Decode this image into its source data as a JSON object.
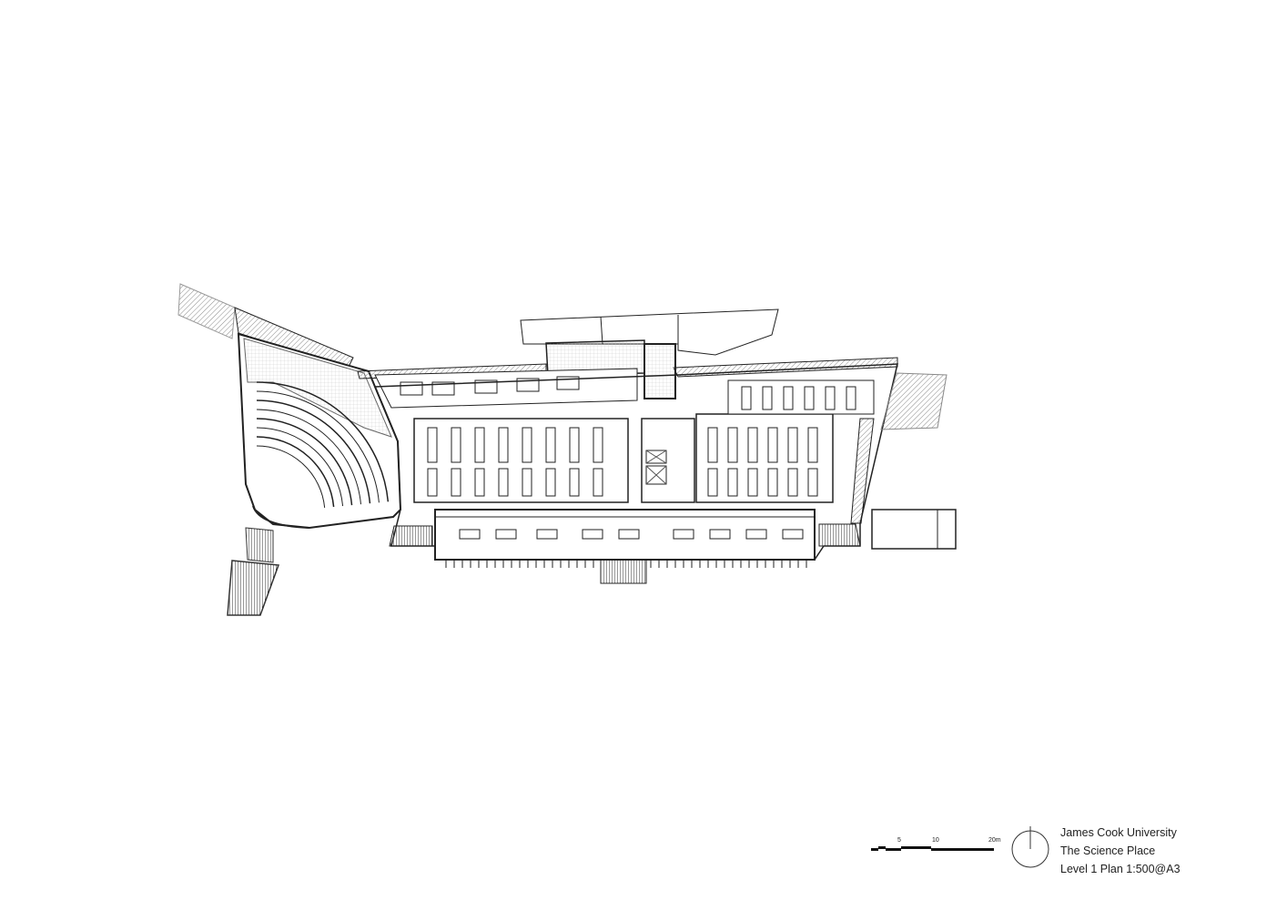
{
  "title_block": {
    "line1": "James Cook University",
    "line2": "The Science Place",
    "line3": "Level 1 Plan 1:500@A3"
  },
  "scale_bar": {
    "labels": [
      "5",
      "10",
      "20m"
    ],
    "unit": "m"
  },
  "north_arrow": {
    "icon": "north-arrow-icon"
  },
  "colors": {
    "line": "#222222",
    "hatch": "#9a9a9a",
    "fill_light": "#eeeeee"
  }
}
